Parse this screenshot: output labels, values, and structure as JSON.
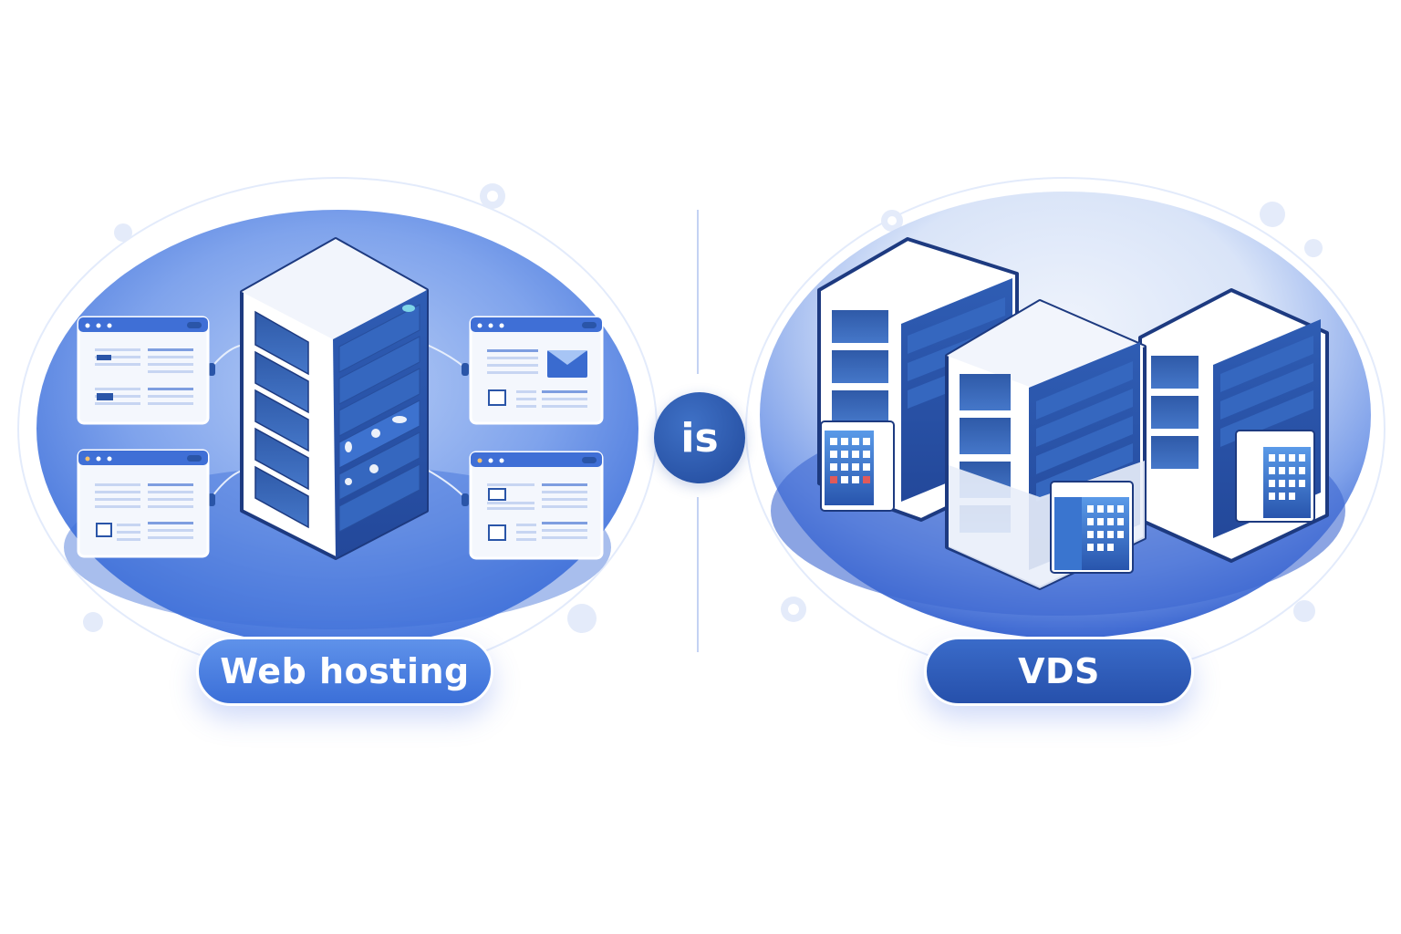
{
  "illustration": {
    "title": "Web hosting vs VDS comparison",
    "left_panel": {
      "label": "Web hosting",
      "server_count": 1,
      "site_windows": 4,
      "icons": [
        "server-tower-icon",
        "browser-window-icon",
        "email-envelope-icon",
        "image-placeholder-icon"
      ]
    },
    "divider_badge": "is",
    "right_panel": {
      "label": "VDS",
      "server_count": 3,
      "icons": [
        "server-rack-icon",
        "virtual-container-icon"
      ]
    },
    "colors": {
      "primary_blue": "#3b6fd8",
      "dark_blue": "#2650ab",
      "light_blue": "#a9c3f5",
      "background": "#ffffff",
      "window_body": "#f3f6fd"
    }
  }
}
